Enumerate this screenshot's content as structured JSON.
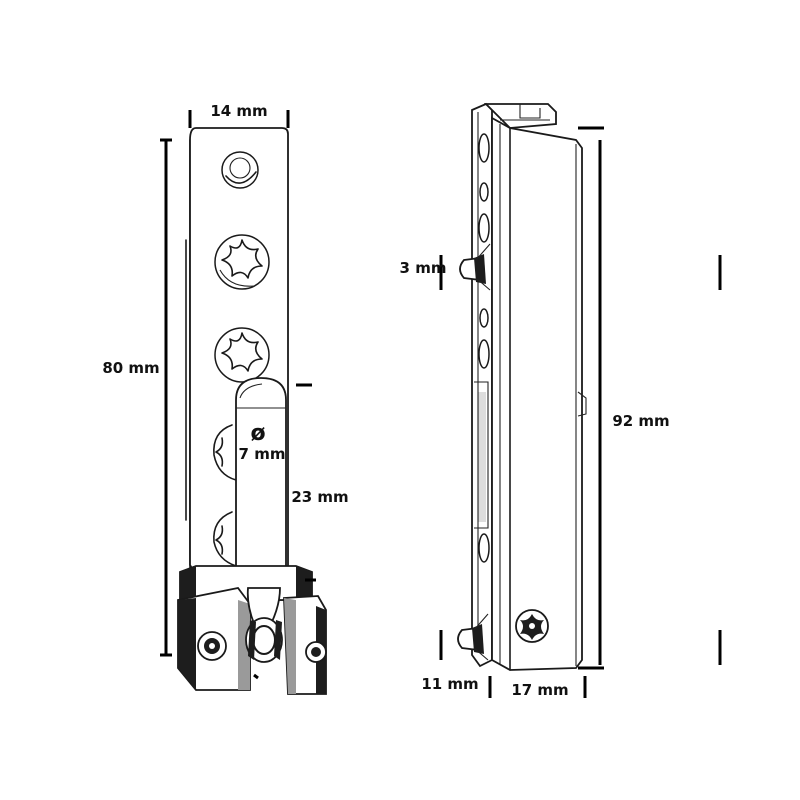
{
  "drawing": {
    "left_view": {
      "width_label": "14 mm",
      "height_label": "80 mm",
      "diameter_symbol": "ø",
      "diameter_label": "7 mm",
      "pin_length_label": "23 mm"
    },
    "right_view": {
      "pin_label": "3 mm",
      "height_label": "92 mm",
      "bottom_left_label": "11 mm",
      "bottom_right_label": "17 mm"
    }
  }
}
